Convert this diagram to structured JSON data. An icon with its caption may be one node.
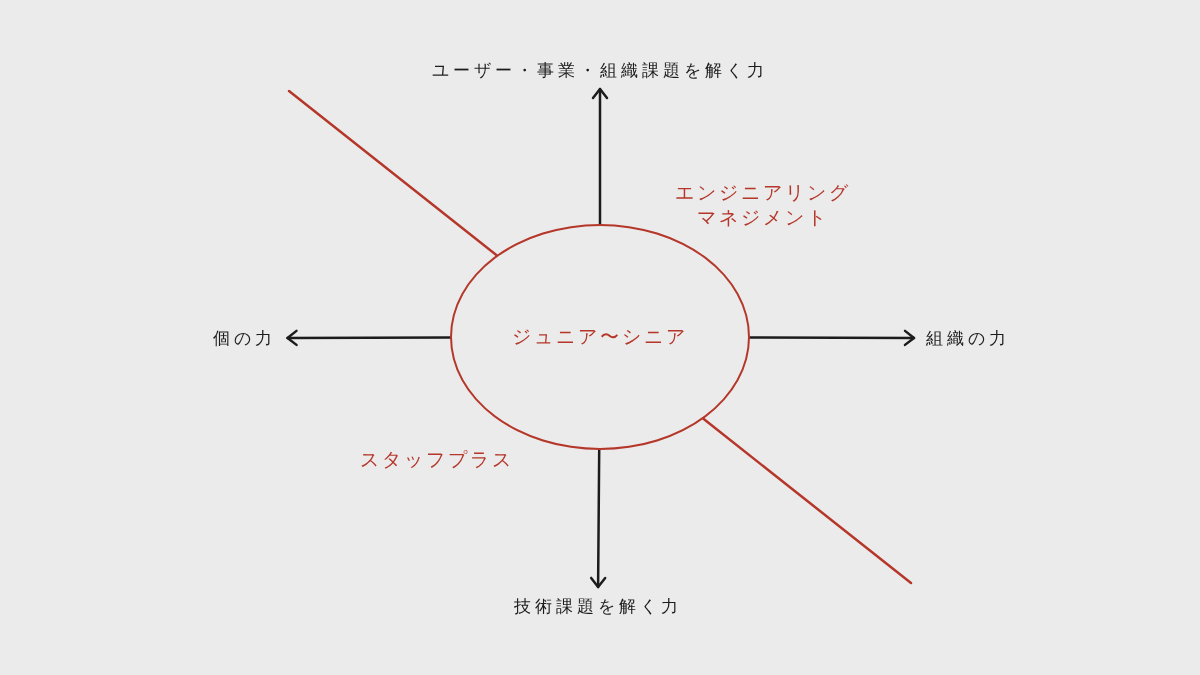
{
  "diagram": {
    "nodes": [
      {
        "text": [
          "ユーザー・事業・組織課題を解く力"
        ]
      },
      {
        "text": [
          "個の力"
        ]
      },
      {
        "text": [
          "ジュニア〜シニア"
        ]
      },
      {
        "text": [
          "組織の力"
        ]
      },
      {
        "text": [
          "技術課題を解く力"
        ]
      }
    ],
    "edges": [
      {
        "from": 2,
        "to": 0,
        "arrow": "to"
      },
      {
        "from": 2,
        "to": 1,
        "arrow": "to"
      },
      {
        "from": 2,
        "to": 3,
        "arrow": "to"
      },
      {
        "from": 2,
        "to": 4,
        "arrow": "to"
      },
      {
        "from": null,
        "to": 2,
        "arrow": "none",
        "color": "#b5372a"
      },
      {
        "from": 2,
        "to": null,
        "arrow": "none",
        "color": "#b5372a"
      }
    ],
    "labels": [
      "エンジニアリングマネジメント",
      "スタッフプラス"
    ]
  }
}
